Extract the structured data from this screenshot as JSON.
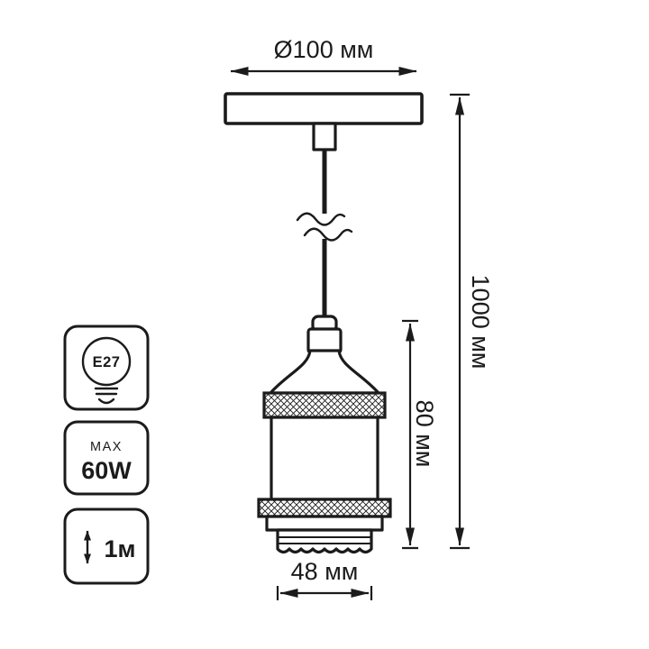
{
  "colors": {
    "line": "#1b1b1b",
    "background": "#ffffff"
  },
  "dimensions": {
    "diameter": "Ø100 мм",
    "total_height": "1000 мм",
    "socket_height": "80 мм",
    "socket_width": "48 мм"
  },
  "badges": {
    "socket_type": "E27",
    "power_max_label": "MAX",
    "power_max_value": "60W",
    "cable_length": "1м"
  }
}
